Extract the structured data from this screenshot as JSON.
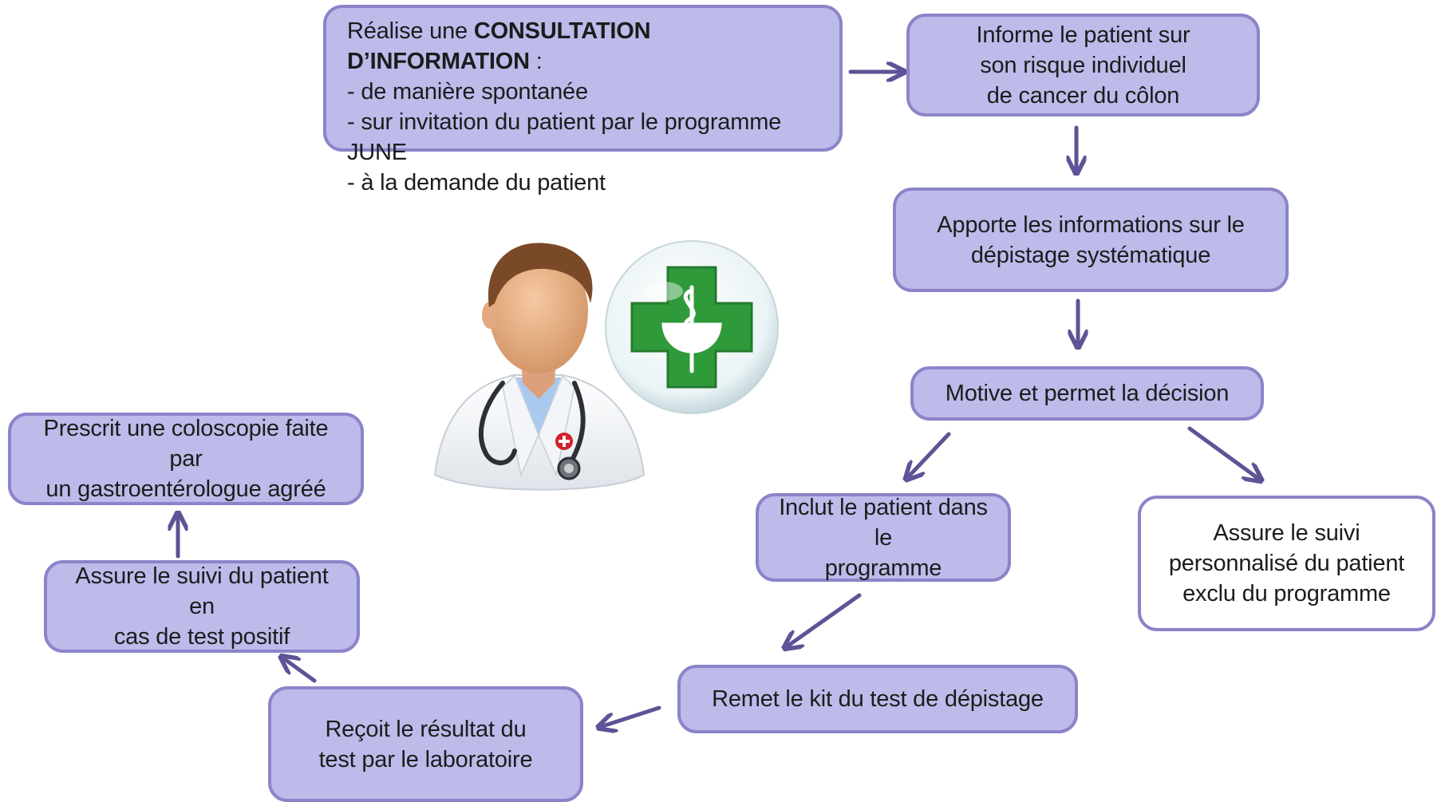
{
  "consultation": {
    "intro": "Réalise une ",
    "highlight": "CONSULTATION D’INFORMATION",
    "colon": " :",
    "items": [
      "- de manière spontanée",
      "- sur invitation du patient par le programme JUNE",
      "- à la demande du patient"
    ]
  },
  "steps": {
    "inform_risk": [
      "Informe le patient sur",
      "son risque individuel",
      "de cancer du côlon"
    ],
    "screening_info": [
      "Apporte les informations sur le",
      "dépistage systématique"
    ],
    "decision": [
      "Motive et permet la décision"
    ],
    "include": [
      "Inclut le patient dans le",
      "programme"
    ],
    "excluded_followup": [
      "Assure le suivi",
      "personnalisé du patient",
      "exclu du programme"
    ],
    "kit": [
      "Remet le kit du test de dépistage"
    ],
    "result": [
      "Reçoit le résultat du",
      "test par le laboratoire"
    ],
    "positive_followup": [
      "Assure le suivi du patient en",
      "cas de test positif"
    ],
    "colonoscopy": [
      "Prescrit une coloscopie faite par",
      "un gastroentérologue agréé"
    ]
  },
  "colors": {
    "box_fill": "#bcbbea",
    "box_border": "#8c84c9",
    "arrow": "#5d5396",
    "cross_green": "#2f9a3a"
  },
  "icons": [
    "doctor-icon",
    "pharmacy-cross-icon",
    "stethoscope-icon"
  ]
}
